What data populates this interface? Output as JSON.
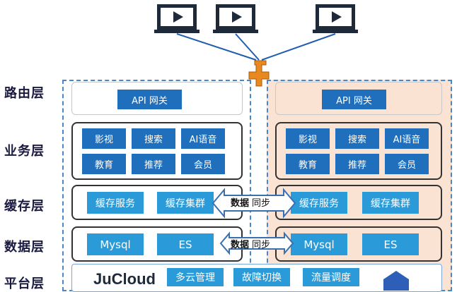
{
  "layers": {
    "routing": "路由层",
    "business": "业务层",
    "cache": "缓存层",
    "data": "数据层",
    "platform": "平台层"
  },
  "left": {
    "gateway": "API 网关",
    "services": [
      "影视",
      "搜索",
      "AI语音",
      "教育",
      "推荐",
      "会员"
    ],
    "cache": [
      "缓存服务",
      "缓存集群"
    ],
    "data": [
      "Mysql",
      "ES"
    ]
  },
  "right": {
    "gateway": "API 网关",
    "services": [
      "影视",
      "搜索",
      "AI语音",
      "教育",
      "推荐",
      "会员"
    ],
    "cache": [
      "缓存服务",
      "缓存集群"
    ],
    "data": [
      "Mysql",
      "ES"
    ]
  },
  "sync": {
    "cache_a": "数据",
    "cache_b": "同步",
    "data_a": "数据",
    "data_b": "同步"
  },
  "platform": {
    "brand": "JuCloud",
    "items": [
      "多云管理",
      "故障切换",
      "流量调度"
    ]
  },
  "colors": {
    "panel_right_bg": "#fbe3d4",
    "chip_dark": "#1f6fbd",
    "chip_light": "#2a9bd8",
    "router": "#e8891f"
  }
}
